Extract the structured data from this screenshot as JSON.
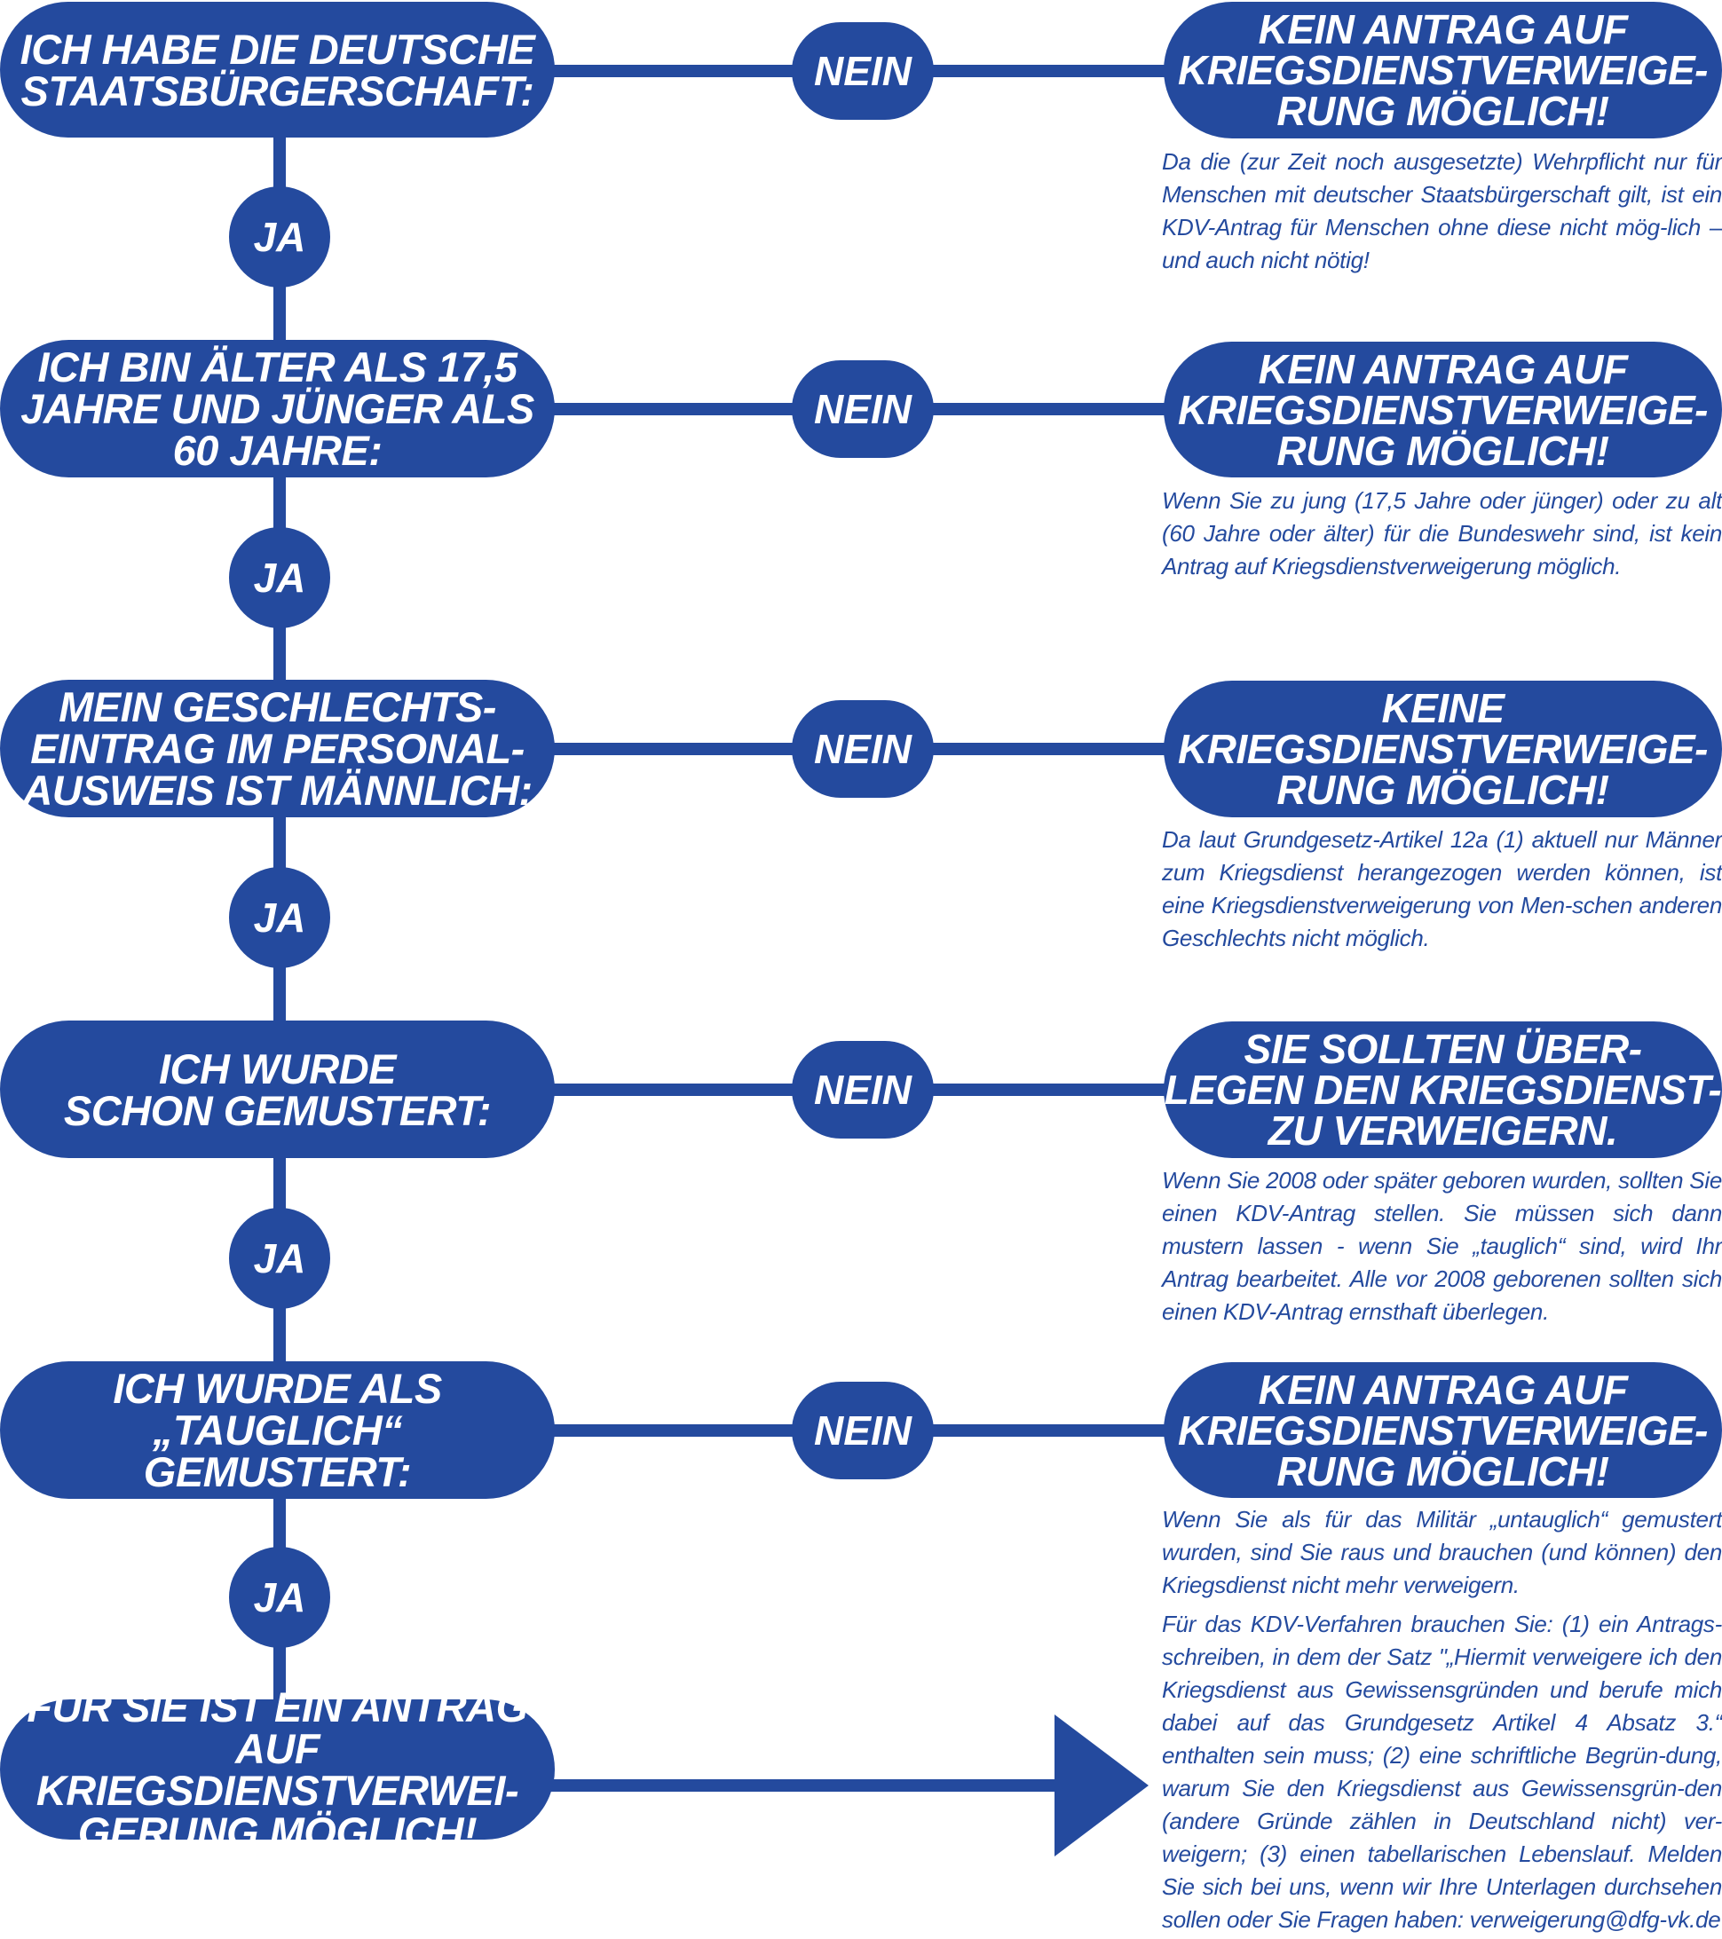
{
  "colors": {
    "brand_blue": "#244a9e",
    "background": "#ffffff"
  },
  "labels": {
    "ja": "JA",
    "nein": "NEIN"
  },
  "steps": [
    {
      "question": "ICH HABE DIE DEUTSCHE\nSTAATSBÜRGERSCHAFT:",
      "result": "KEIN ANTRAG AUF\nKRIEGSDIENSTVERWEIGE-\nRUNG MÖGLICH!",
      "note": "Da die (zur Zeit noch ausgesetzte) Wehrpflicht nur für Menschen mit deutscher Staatsbürgerschaft gilt, ist ein KDV-Antrag für Menschen ohne diese nicht mög-lich – und auch nicht nötig!"
    },
    {
      "question": "ICH BIN ÄLTER ALS 17,5\nJAHRE UND JÜNGER ALS\n60 JAHRE:",
      "result": "KEIN ANTRAG AUF\nKRIEGSDIENSTVERWEIGE-\nRUNG MÖGLICH!",
      "note": "Wenn Sie zu jung (17,5 Jahre oder jünger) oder zu alt (60 Jahre oder älter) für die Bundeswehr sind, ist kein Antrag auf Kriegsdienstverweigerung möglich."
    },
    {
      "question": "MEIN GESCHLECHTS-\nEINTRAG IM PERSONAL-\nAUSWEIS IST MÄNNLICH:",
      "result": "KEINE\nKRIEGSDIENSTVERWEIGE-\nRUNG MÖGLICH!",
      "note": "Da laut Grundgesetz-Artikel 12a (1) aktuell nur Männer zum Kriegsdienst herangezogen werden können, ist eine Kriegsdienstverweigerung von Men-schen anderen Geschlechts nicht möglich."
    },
    {
      "question": "ICH WURDE\nSCHON GEMUSTERT:",
      "result": "SIE SOLLTEN ÜBER-\nLEGEN DEN KRIEGSDIENST-\nZU VERWEIGERN.",
      "note": "Wenn Sie 2008 oder später geboren wurden, sollten Sie einen KDV-Antrag stellen. Sie müssen sich dann mustern lassen - wenn Sie „tauglich“ sind, wird Ihr Antrag bearbeitet. Alle vor 2008 geborenen sollten sich einen KDV-Antrag ernsthaft überlegen."
    },
    {
      "question": "ICH WURDE ALS\n„TAUGLICH“\nGEMUSTERT:",
      "result": "KEIN ANTRAG AUF\nKRIEGSDIENSTVERWEIGE-\nRUNG MÖGLICH!",
      "note": "Wenn Sie als für das Militär „untauglich“ gemustert wurden, sind Sie raus und brauchen (und können) den Kriegsdienst nicht mehr verweigern."
    }
  ],
  "final": {
    "statement": "FÜR SIE IST EIN ANTRAG\nAUF KRIEGSDIENSTVERWEI-\nGERUNG MÖGLICH!",
    "note": "Für das KDV-Verfahren brauchen Sie: (1) ein Antrags-schreiben, in dem der Satz \"„Hiermit verweigere ich den Kriegsdienst aus Gewissensgründen und berufe mich dabei auf das Grundgesetz Artikel 4 Absatz 3.“ enthalten sein muss; (2) eine schriftliche Begrün-dung, warum Sie den Kriegsdienst aus Gewissensgrün-den (andere Gründe zählen in Deutschland nicht) ver-weigern; (3) einen tabellarischen Lebenslauf. Melden Sie sich bei uns, wenn wir Ihre Unterlagen durchsehen sollen oder Sie Fragen haben: verweigerung@dfg-vk.de"
  }
}
